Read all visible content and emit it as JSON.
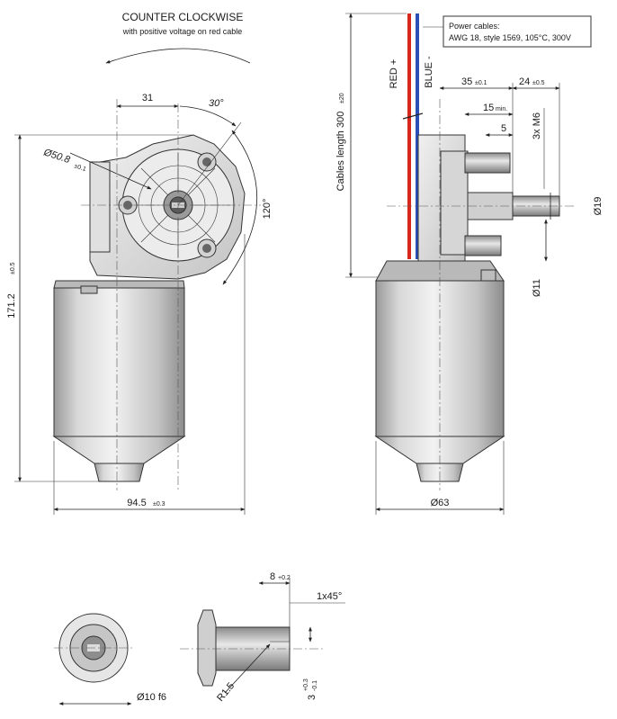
{
  "rotation": {
    "title": "COUNTER CLOCKWISE",
    "subtitle": "with positive voltage on red cable"
  },
  "cables": {
    "note_line1": "Power cables:",
    "note_line2": "AWG 18, style 1569, 105°C, 300V",
    "red_label": "RED +",
    "blue_label": "BLUE -",
    "length_label": "Cables length  300",
    "length_tol": "±20"
  },
  "front_view": {
    "dim_31": "31",
    "angle_30": "30°",
    "angle_120": "120°",
    "dia_508": "Ø50.8",
    "dia_508_tol": "±0.1",
    "height": "171.2",
    "height_tol": "±0.5",
    "width": "94.5",
    "width_tol": "±0.3"
  },
  "side_view": {
    "dim_35": "35",
    "dim_35_tol": "±0.1",
    "dim_24": "24",
    "dim_24_tol": "±0.5",
    "dim_15": "15",
    "dim_15_tol": "min.",
    "dim_5": "5",
    "thread": "3x M6",
    "dia_19": "Ø19",
    "dia_11": "Ø11",
    "dia_63": "Ø63"
  },
  "shaft_detail": {
    "dim_8": "8",
    "dim_8_tol": "+0.2",
    "chamfer": "1x45°",
    "radius": "R1.5",
    "dim_3": "3",
    "dim_3_tol_upper": "+0.3",
    "dim_3_tol_lower": "-0.1",
    "dia_10": "Ø10 f6"
  },
  "colors": {
    "red_cable": "#d9261c",
    "blue_cable": "#2a4fb5",
    "motor_body": "#c9c9c9",
    "gearbox": "#dcdcdc"
  }
}
